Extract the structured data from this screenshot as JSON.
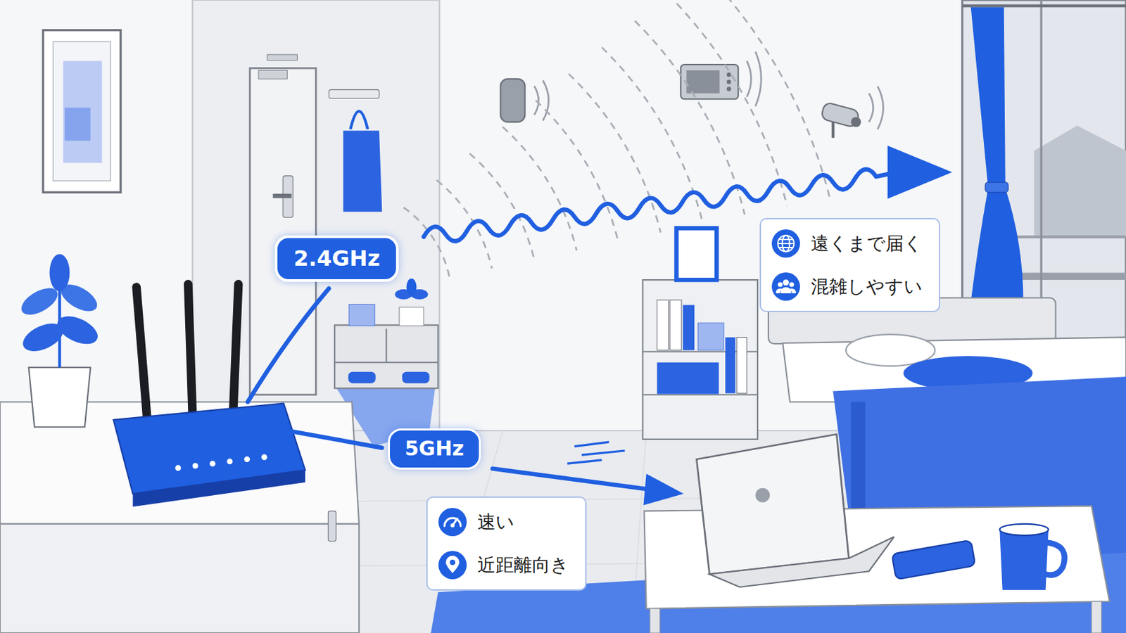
{
  "diagram": {
    "nodes": [
      {
        "text": [
          "2.4GHz"
        ]
      },
      {
        "text": [
          "遠くまで届く",
          "混雑しやすい"
        ]
      },
      {
        "text": [
          "5GHz"
        ]
      },
      {
        "text": [
          "速い",
          "近距離向き"
        ]
      }
    ]
  }
}
